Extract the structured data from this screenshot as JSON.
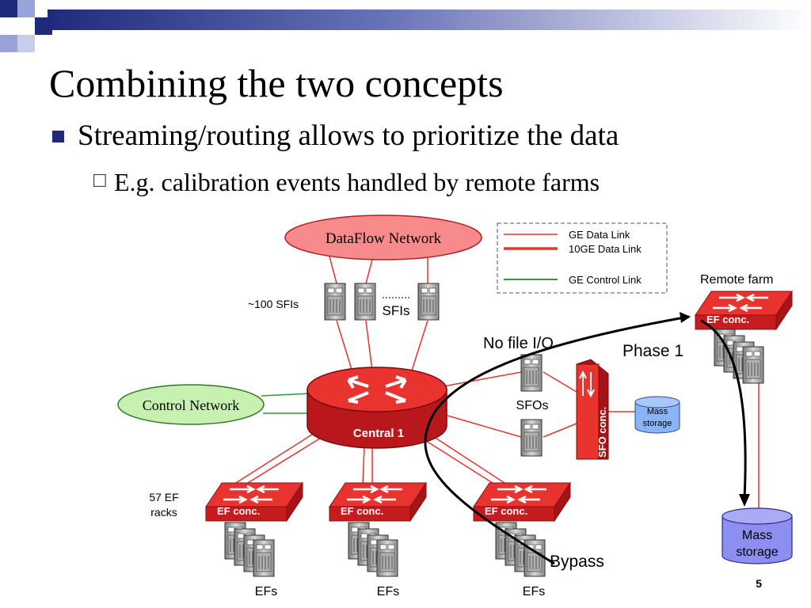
{
  "slide": {
    "title": "Combining the two concepts",
    "bullet1": "Streaming/routing allows to prioritize the data",
    "bullet2": "E.g. calibration events handled by remote farms",
    "page_number": "5"
  },
  "diagram": {
    "dataflow_network": "DataFlow Network",
    "control_network": "Control Network",
    "central": "Central 1",
    "sfis_count": "~100 SFIs",
    "sfis_label": "SFIs",
    "sfos_label": "SFOs",
    "sfo_conc": "SFO conc.",
    "mass_storage_small": [
      "Mass",
      "storage"
    ],
    "no_file_io": "No file I/O",
    "phase1": "Phase 1",
    "remote_farm": "Remote farm",
    "ef_conc": "EF conc.",
    "ef_racks": [
      "57 EF",
      "racks"
    ],
    "efs": "EFs",
    "bypass": "Bypass",
    "mass_storage_large": [
      "Mass",
      "storage"
    ],
    "legend": [
      {
        "label": "GE Data Link",
        "color": "#e8332f"
      },
      {
        "label": "10GE Data Link",
        "color": "#e8332f"
      },
      {
        "label": "GE Control Link",
        "color": "#2e9a3a"
      }
    ]
  },
  "colors": {
    "accent": "#1f2a7a",
    "red": "#d42124",
    "green_ellipse": "#c8f0b0",
    "pink_ellipse": "#f78b8b",
    "storage_blue": "#8ab4f8",
    "storage_violet": "#8d8ff0"
  }
}
